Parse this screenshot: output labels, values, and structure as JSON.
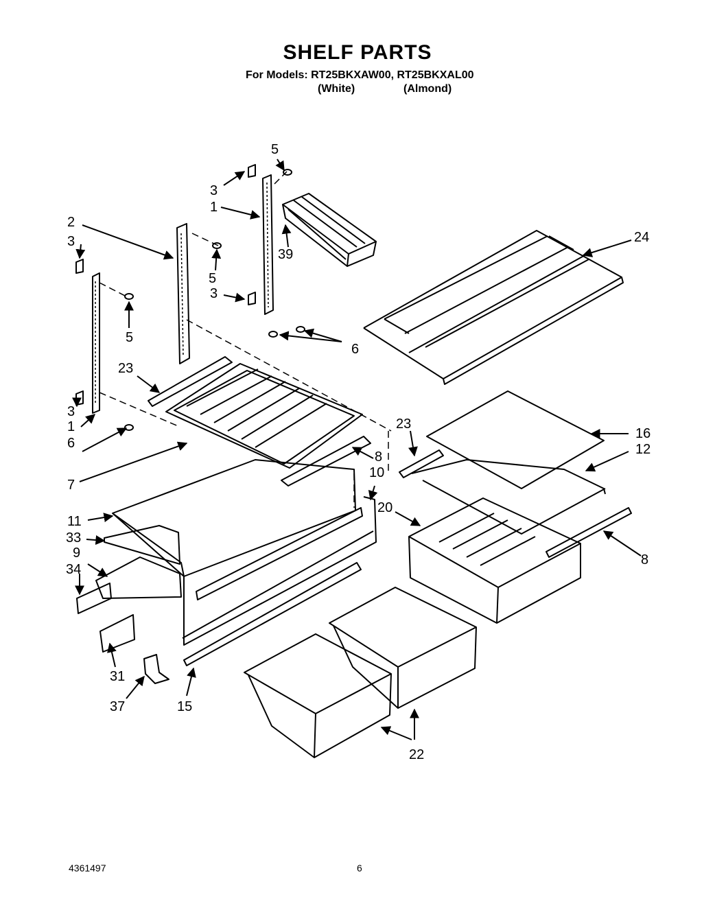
{
  "header": {
    "title": "SHELF PARTS",
    "models_line": "For Models: RT25BKXAW00, RT25BKXAL00",
    "variant_white": "(White)",
    "variant_almond": "(Almond)"
  },
  "footer": {
    "document_number": "4361497",
    "page_number": "6"
  },
  "callouts": {
    "c1a": "1",
    "c1b": "1",
    "c2": "2",
    "c3a": "3",
    "c3b": "3",
    "c3c": "3",
    "c3d": "3",
    "c5a": "5",
    "c5b": "5",
    "c5c": "5",
    "c6a": "6",
    "c6b": "6",
    "c7": "7",
    "c8a": "8",
    "c8b": "8",
    "c9": "9",
    "c10": "10",
    "c11": "11",
    "c12": "12",
    "c15": "15",
    "c16": "16",
    "c20": "20",
    "c22": "22",
    "c23a": "23",
    "c23b": "23",
    "c24": "24",
    "c31": "31",
    "c33": "33",
    "c34": "34",
    "c37": "37",
    "c39": "39"
  }
}
